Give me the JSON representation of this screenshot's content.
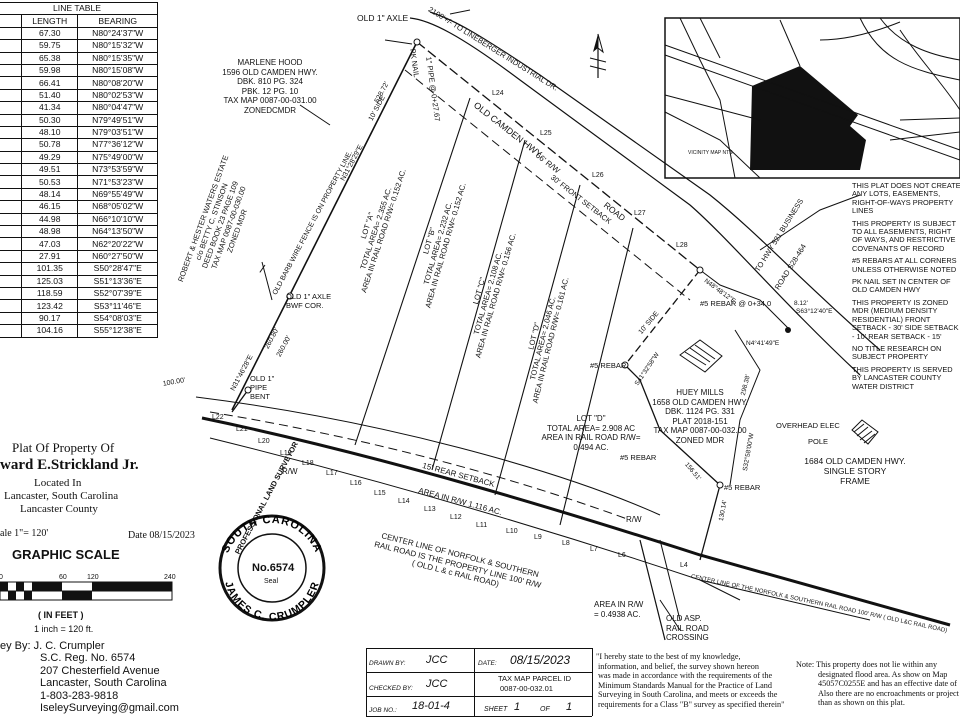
{
  "line_table": {
    "title": "LINE TABLE",
    "columns": [
      "LENGTH",
      "BEARING"
    ],
    "rows": [
      [
        "67.30",
        "N80°24'37\"W"
      ],
      [
        "59.75",
        "N80°15'32\"W"
      ],
      [
        "65.38",
        "N80°15'35\"W"
      ],
      [
        "59.98",
        "N80°15'08\"W"
      ],
      [
        "66.41",
        "N80°08'20\"W"
      ],
      [
        "51.40",
        "N80°02'53\"W"
      ],
      [
        "41.34",
        "N80°04'47\"W"
      ],
      [
        "50.30",
        "N79°49'51\"W"
      ],
      [
        "48.10",
        "N79°03'51\"W"
      ],
      [
        "50.78",
        "N77°36'12\"W"
      ],
      [
        "49.29",
        "N75°49'00\"W"
      ],
      [
        "49.51",
        "N73°53'59\"W"
      ],
      [
        "50.53",
        "N71°53'23\"W"
      ],
      [
        "48.14",
        "N69°55'49\"W"
      ],
      [
        "46.15",
        "N68°05'02\"W"
      ],
      [
        "44.98",
        "N66°10'10\"W"
      ],
      [
        "48.98",
        "N64°13'50\"W"
      ],
      [
        "47.03",
        "N62°20'22\"W"
      ],
      [
        "27.91",
        "N60°27'50\"W"
      ],
      [
        "101.35",
        "S50°28'47\"E"
      ],
      [
        "125.03",
        "S51°13'36\"E"
      ],
      [
        "118.59",
        "S52°07'39\"E"
      ],
      [
        "123.42",
        "S53°11'46\"E"
      ],
      [
        "90.17",
        "S54°08'03\"E"
      ],
      [
        "104.16",
        "S55°12'38\"E"
      ]
    ]
  },
  "title_block": {
    "line1": "Plat Of Property Of",
    "line2": "ward E.Strickland Jr.",
    "line3": "Located In",
    "line4": "Lancaster, South Carolina",
    "line5": "Lancaster County",
    "scale": "ale  1\"= 120'",
    "date": "Date 08/15/2023",
    "graphic_scale": "GRAPHIC SCALE",
    "scale_ticks": [
      "0",
      "60",
      "120",
      "240"
    ],
    "in_feet": "( IN FEET )",
    "inch": "1 inch = 120 ft."
  },
  "surveyor": {
    "by": "ey By:  J. C. Crumpler",
    "reg": "S.C. Reg. No. 6574",
    "address1": "207 Chesterfield Avenue",
    "address2": "Lancaster, South Carolina",
    "phone": "1-803-283-9818",
    "email": "IseleySurveying@gmail.com"
  },
  "seal": {
    "top": "SOUTH CAROLINA",
    "ring": "PROFESSIONAL LAND SURVEYOR",
    "bottom": "JAMES C. CRUMPLER",
    "number": "No.6574",
    "word": "Seal"
  },
  "title_strip": {
    "drawn_by_label": "DRAWN BY:",
    "drawn_by": "JCC",
    "date_label": "DATE:",
    "date": "08/15/2023",
    "checked_by_label": "CHECKED BY:",
    "checked_by": "JCC",
    "tax_map_label": "TAX MAP PARCEL ID",
    "tax_map": "0087-00-032.01",
    "job_label": "JOB NO.:",
    "job": "18-01-4",
    "sheet_label": "SHEET",
    "sheet": "1",
    "of": "OF",
    "of_total": "1"
  },
  "certification": [
    "\"I hereby state to the best of my knowledge,",
    "information, and belief, the survey shown hereon",
    "was made in accordance with the requirements of the",
    "Minimum Standards Manual for the Practice of Land",
    "Surveying in South Carolina, and meets or exceeds the",
    "requirements for a Class  \"B\"  survey as specified therein\""
  ],
  "flood_note": [
    "Note:  This property does not lie within any",
    "designated flood area. As show on Map",
    "45057C0255E and has an effective date of",
    "Also there are no encroachments or project",
    "than as shown on this plat."
  ],
  "notes": [
    "THIS PLAT DOES NOT CREATE ANY LOTS, EASEMENTS, RIGHT-OF-WAYS PROPERTY LINES",
    "THIS PROPERTY IS SUBJECT TO ALL EASEMENTS, RIGHT OF WAYS, AND RESTRICTIVE COVENANTS OF RECORD",
    "#5 REBARS AT ALL CORNERS UNLESS OTHERWISE NOTED",
    "PK NAIL SET IN CENTER OF OLD CAMDEN HWY",
    "THIS PROPERTY IS ZONED MDR (MEDIUM DENSITY RESIDENTIAL) FRONT SETBACK - 30' SIDE SETBACK - 10' REAR SETBACK - 15'",
    "NO TITLE RESEARCH ON SUBJECT PROPERTY",
    "THIS PROPERTY IS SERVED BY LANCASTER COUNTY WATER DISTRICT"
  ],
  "vicinity_label": "VICINITY MAP NTS",
  "labels": {
    "old_axle_top": "OLD 1\" AXLE",
    "to_lineberger": "2100'+/- TO LINEBERGER INDUSTRIAL DR.",
    "pk_nail": "PK NAIL",
    "pipe": "1\" PIPE @ 0+27.67",
    "marlene": [
      "MARLENE HOOD",
      "1596 OLD CAMDEN HWY.",
      "DBK. 810 PG. 324",
      "PBK. 12 PG. 10",
      "TAX MAP 0087-00-031.00",
      "ZONEDCMDR"
    ],
    "old_camden_hwy": "OLD CAMDEN HWY",
    "rw66": "66' R/W",
    "road": "ROAD",
    "front_setback": "30' FRONT SETBACK",
    "side10": "10' SIDE",
    "side10b": "10' SIDE",
    "to_hwy521": "TO HWY 521 BUSINESS",
    "road_s28": "ROAD S28-464",
    "robert": [
      "ROBERT & HESTER WATERS ESTATE",
      "c/o BETTY C. STINSON",
      "DEED BOOK 23 PAGE 109",
      "TAX MAP 0087-00-030.00",
      "ZONED MDR"
    ],
    "old_barb_wire": "OLD BARB WIRE FENCE IS ON PROPERTY LINE.",
    "n31a": "N31°28'29\"E",
    "n31b": "N31°46'28\"E",
    "d528": "528.72'",
    "d260": "260.80'",
    "d260b": "260.00'",
    "lot_a": [
      "LOT \"A\"",
      "TOTAL AREA= 2.355 AC.",
      "AREA IN RAIL ROAD R/W= 0.152 AC."
    ],
    "lot_b": [
      "LOT \"B\"",
      "TOTAL AREA= 2.232 AC.",
      "AREA IN RAIL ROAD R/W= 0.152 AC."
    ],
    "lot_c": [
      "LOT \"C\"",
      "TOTAL AREA= 2.108 AC.",
      "AREA IN RAIL ROAD R/W= 0.156 AC."
    ],
    "lot_d": [
      "LOT \"D\"",
      "TOTAL AREA= 2.046 AC.",
      "AREA IN RAIL ROAD R/W= 0.161 AC."
    ],
    "lot_d2": [
      "LOT \"D\"",
      "TOTAL AREA= 2.908 AC",
      "AREA IN RAIL ROAD R/W=",
      "0.494 AC."
    ],
    "old_axle_bwf": "OLD 1\" AXLE BWF COR.",
    "old_pipe": "OLD 1\" PIPE BENT",
    "rebar_340": "#5 REBAR @ 0+34.0",
    "rebar_a": "#5 REBAR",
    "rebar_b": "#5 REBAR",
    "rebar_c": "#5 REBAR",
    "huey": [
      "HUEY MILLS",
      "1658 OLD CAMDEN HWY.",
      "DBK. 1124 PG. 331",
      "PLAT 2018-151",
      "TAX MAP 0087-00-032.00",
      "ZONED MDR"
    ],
    "overhead": "OVERHEAD ELEC",
    "pole": "POLE",
    "house1684": [
      "1684 OLD CAMDEN HWY.",
      "SINGLE STORY",
      "FRAME"
    ],
    "rear_setback": "15' REAR SETBACK",
    "area_rw": "AREA IN R/W 1.116 AC.",
    "rw": "R/W",
    "rw2": "R/W",
    "rw3": "R/W",
    "centerline": [
      "CENTER LINE OF NORFOLK & SOUTHERN",
      "RAIL ROAD IS THE PROPERTY LINE 100' R/W",
      "( OLD L & c RAIL ROAD)"
    ],
    "centerline_right": "CENTER LINE OF THE NORFOLK & SOUTHERN RAIL ROAD  100' R/W ( OLD L&C RAIL ROAD)",
    "area_rw2": [
      "AREA IN R/W",
      "= 0.4938 AC."
    ],
    "crossing": [
      "OLD ASP.",
      "RAIL ROAD",
      "CROSSING"
    ],
    "d100": "100.00'",
    "s63": "S63°12'40\"E",
    "d812": "8.12'",
    "d298": "298.38'",
    "s32": "S32°58'00\"W",
    "s41": "S41°32'58\"W",
    "d156": "156.51'",
    "d130": "130.14'",
    "n48": "N48°48'12\"E",
    "n4": "N4°41'49\"E",
    "tag1": "L22",
    "tag2": "L21",
    "tag3": "L20",
    "tag4": "L19",
    "tag5": "L18",
    "tag6": "L17",
    "tag7": "L16",
    "tag8": "L15",
    "tag9": "L14",
    "tag10": "L13",
    "tag11": "L12",
    "tag12": "L11",
    "tag13": "L10",
    "tag14": "L9",
    "tag15": "L8",
    "tag16": "L7",
    "tag17": "L6",
    "tag18": "L4",
    "c1": "L24",
    "c2": "L25",
    "c3": "L26",
    "c4": "L27",
    "c5": "L28"
  }
}
